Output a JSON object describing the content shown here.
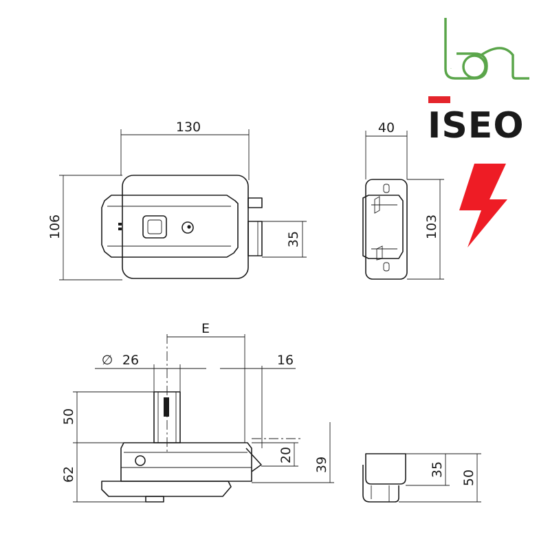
{
  "logos": {
    "bal": {
      "text": "bal",
      "color": "#5aa54a"
    },
    "iseo": {
      "text": "ISEO",
      "accent_color": "#e4242b",
      "text_color": "#1a1a1a"
    }
  },
  "icons": {
    "lightning": {
      "name": "lightning-bolt-icon",
      "color": "#ee1c25"
    }
  },
  "dimensions": {
    "width_130": "130",
    "height_106": "106",
    "bolt_35": "35",
    "depth_40": "40",
    "height_103": "103",
    "distance_E": "E",
    "diameter_26": "26",
    "diameter_symbol": "∅",
    "offset_16": "16",
    "cylinder_50": "50",
    "body_62": "62",
    "height_20": "20",
    "height_39": "39",
    "keeper_35": "35",
    "keeper_50": "50"
  },
  "colors": {
    "line": "#1a1a1a",
    "background": "#ffffff"
  }
}
